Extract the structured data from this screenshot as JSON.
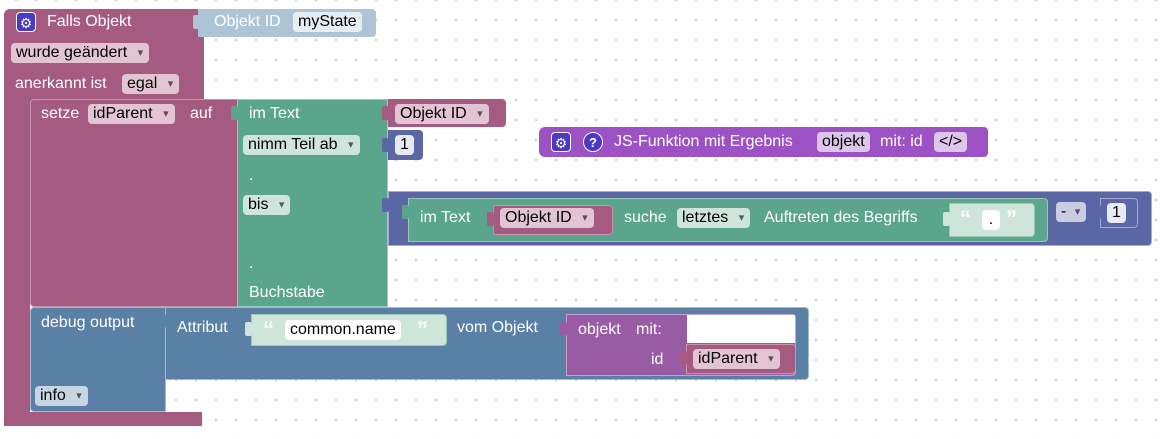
{
  "colors": {
    "trigger": "#a55b80",
    "trigger_light": "#c894ad",
    "text": "#5ba58c",
    "text_light": "#9cc8b8",
    "math": "#5b67a5",
    "math_light": "#a3aacf",
    "debug": "#5b80a5",
    "debug_light": "#a3b9cf",
    "objekt": "#9a5ba5",
    "objekt_light": "#c5a3cc",
    "trigger_id": "#aec4d6",
    "jsfunc": "#9c52c4"
  },
  "trigger": {
    "gear_icon": "gear-icon",
    "title": "Falls Objekt",
    "object_id_label": "Objekt ID",
    "object_id_value": "myState",
    "changed_option": "wurde geändert",
    "ack_label": "anerkannt ist",
    "ack_option": "egal"
  },
  "set": {
    "label": "setze",
    "variable": "idParent",
    "on_label": "auf"
  },
  "substring": {
    "in_text_label": "im Text",
    "source_var": "Objekt ID",
    "take_part_option": "nimm Teil ab",
    "from_value": "1",
    "dot1": ".",
    "to_option": "bis",
    "dot2": ".",
    "letter_label": "Buchstabe"
  },
  "math": {
    "operator": "-",
    "operand": "1"
  },
  "indexof": {
    "in_text_label": "im Text",
    "source_var": "Objekt ID",
    "search_label": "suche",
    "mode_option": "letztes",
    "occurrence_label": "Auftreten des Begriffs",
    "search_term": "."
  },
  "jsfunc": {
    "gear_icon": "gear-icon",
    "help_icon": "?",
    "label": "JS-Funktion mit Ergebnis",
    "name": "objekt",
    "args_label": "mit: id",
    "code_icon": "</>"
  },
  "debug": {
    "label": "debug output",
    "level_option": "info",
    "attribute_label": "Attribut",
    "attribute_value": "common.name",
    "from_object_label": "vom Objekt",
    "objekt_call_label": "objekt",
    "objekt_mit_label": "mit:",
    "objekt_arg_label": "id",
    "objekt_arg_var": "idParent"
  }
}
